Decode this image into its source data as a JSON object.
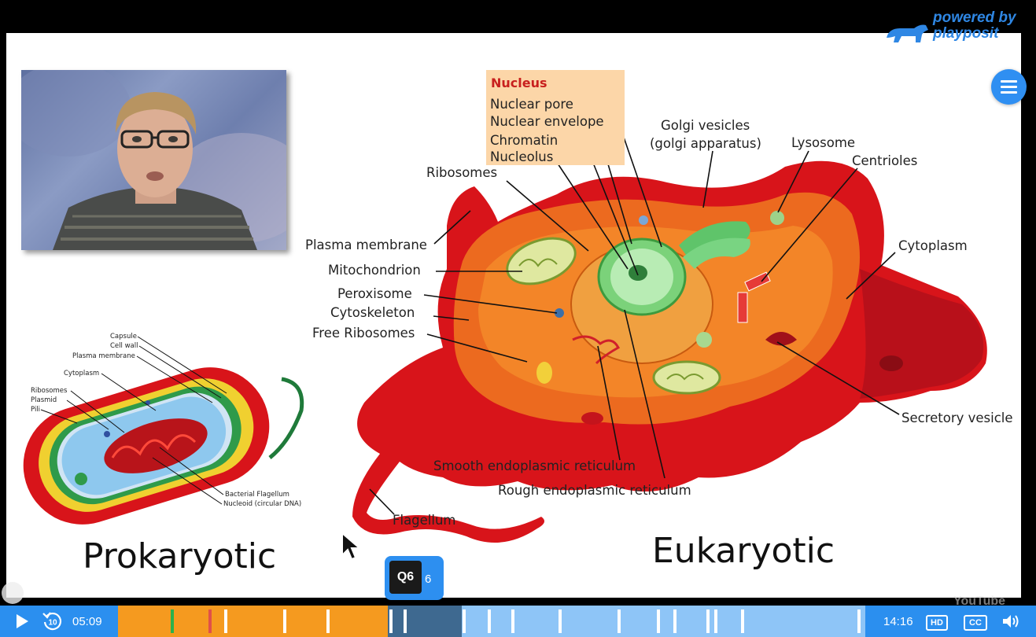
{
  "brand": {
    "line1": "powered by",
    "line2": "playposit"
  },
  "slide": {
    "nucleus_box": {
      "title": "Nucleus",
      "items": [
        "Nuclear pore",
        "Nuclear envelope",
        "Chromatin",
        "Nucleolus"
      ]
    },
    "eukaryotic_labels": {
      "golgi_line1": "Golgi vesicles",
      "golgi_line2": "(golgi apparatus)",
      "lysosome": "Lysosome",
      "centrioles": "Centrioles",
      "ribosomes": "Ribosomes",
      "plasma_membrane": "Plasma membrane",
      "mitochondrion": "Mitochondrion",
      "peroxisome": "Peroxisome",
      "cytoskeleton": "Cytoskeleton",
      "free_ribosomes": "Free Ribosomes",
      "cytoplasm": "Cytoplasm",
      "secretory_vesicle": "Secretory vesicle",
      "smooth_er": "Smooth endoplasmic reticulum",
      "rough_er": "Rough endoplasmic reticulum",
      "flagellum": "Flagellum"
    },
    "prokaryotic_labels": {
      "capsule": "Capsule",
      "cell_wall": "Cell wall",
      "plasma_membrane": "Plasma membrane",
      "cytoplasm": "Cytoplasm",
      "ribosomes": "Ribosomes",
      "plasmid": "Plasmid",
      "pili": "Pili",
      "bacterial_flagellum": "Bacterial Flagellum",
      "nucleoid": "Nucleoid (circular DNA)"
    },
    "title_prokaryotic": "Prokaryotic",
    "title_eukaryotic": "Eukaryotic"
  },
  "question_marker": {
    "label": "Q6",
    "number": "6"
  },
  "watermark": "YouTube",
  "controls": {
    "current_time": "05:09",
    "total_time": "14:16",
    "hd_label": "HD",
    "cc_label": "CC",
    "rewind_seconds": "10",
    "progress_fraction": 0.361,
    "buffered_fraction": 0.46
  },
  "icons": {
    "play": "play-icon",
    "rewind": "rewind-10-icon",
    "volume": "volume-icon",
    "menu": "hamburger-menu-icon",
    "cursor": "mouse-pointer-icon"
  },
  "colors": {
    "accent": "#2b8fef",
    "progress_played": "#f59a1f",
    "progress_buffer": "#3e6990",
    "progress_remaining": "#8ec5f7",
    "nucleus_title": "#c8201e"
  }
}
